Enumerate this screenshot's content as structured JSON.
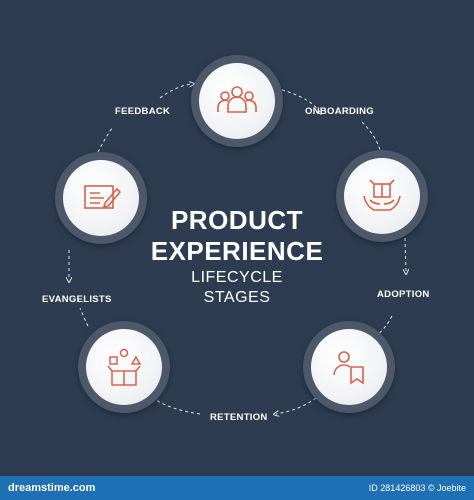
{
  "title": {
    "line1": "PRODUCT",
    "line2": "EXPERIENCE",
    "sub1": "LIFECYCLE",
    "sub2": "STAGES"
  },
  "stages": [
    {
      "label": "ONBOARDING",
      "icon": "team-icon"
    },
    {
      "label": "ADOPTION",
      "icon": "gift-hands-icon"
    },
    {
      "label": "RETENTION",
      "icon": "user-bookmark-icon"
    },
    {
      "label": "EVANGELISTS",
      "icon": "open-box-shapes-icon"
    },
    {
      "label": "FEEDBACK",
      "icon": "form-pencil-icon"
    }
  ],
  "colors": {
    "background": "#2e3c52",
    "icon_stroke": "#d9624a",
    "ring": "#4d596b",
    "footer": "#1f6fb5"
  },
  "footer": {
    "watermark": "dreamstime.com",
    "image_id": "ID 281426803 © Joebite"
  }
}
